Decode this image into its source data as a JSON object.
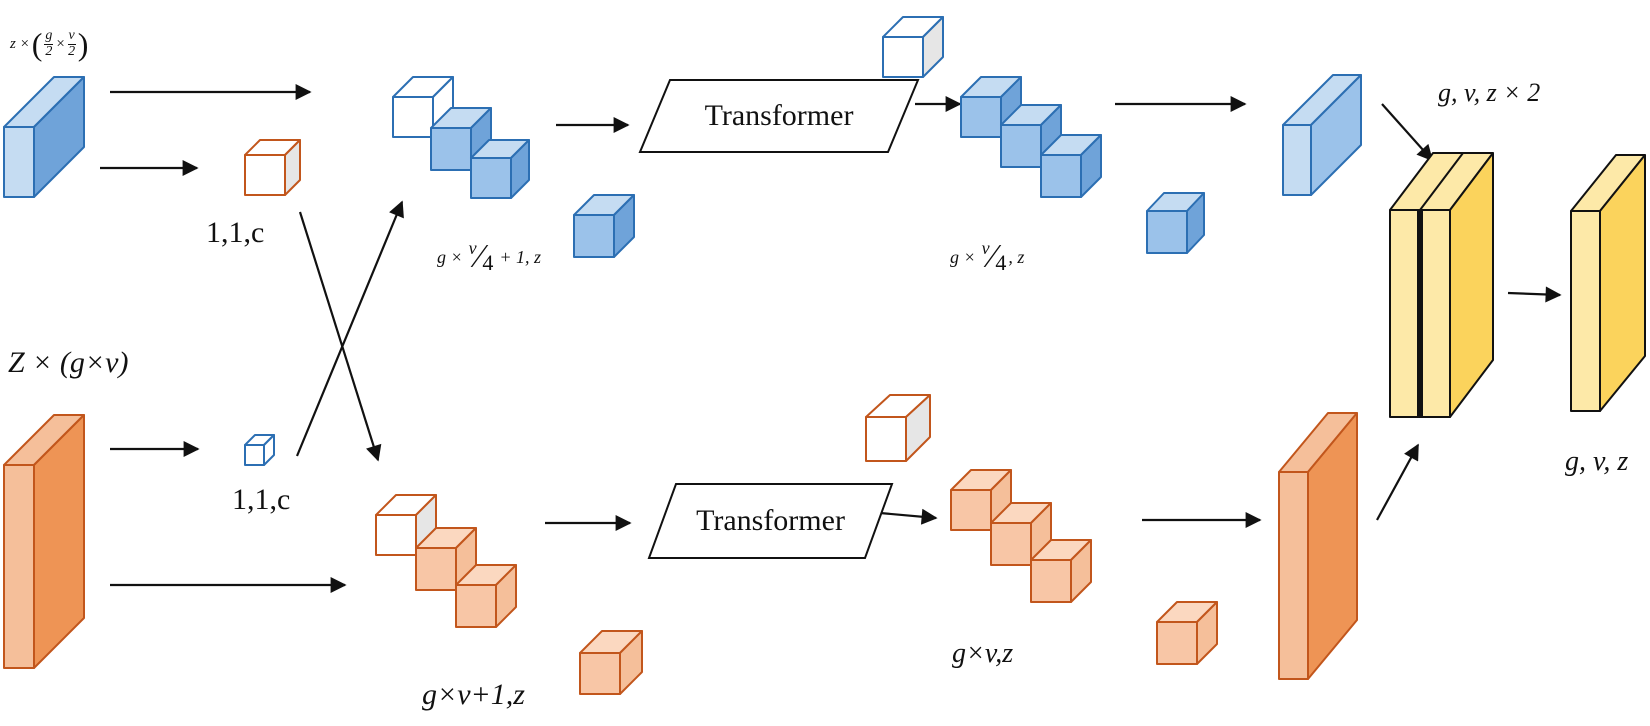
{
  "colors": {
    "blue_light": "#c5dcf2",
    "blue_front": "#6fa3d9",
    "blue_cube": "#9bc2ea",
    "blue_edge": "#2c6fb3",
    "orange_light": "#f5bf9a",
    "orange_front": "#ee9455",
    "orange_cube": "#f8c6a6",
    "orange_edge": "#c2561c",
    "yellow_light": "#fde9a8",
    "yellow_front": "#fbd35c",
    "outline": "#111111"
  },
  "labels": {
    "top_input_prefix": "z ×",
    "top_input_g": "g",
    "top_input_v": "v",
    "top_input_den": "2",
    "top_input_times": "×",
    "bottom_input": "Z × (g×v)",
    "top_token": "1,1,c",
    "bottom_token": "1,1,c",
    "top_tokens_prefix": "g ×",
    "top_tokens_num": "v",
    "top_tokens_den": "4",
    "top_tokens_suffix": "+ 1, z",
    "top_out_prefix": "g ×",
    "top_out_num": "v",
    "top_out_den": "4",
    "top_out_suffix": ", z",
    "bottom_tokens": "g×v+1,z",
    "bottom_out": "g×v,z",
    "concat": "g, v, z × 2",
    "final": "g, v, z"
  },
  "blocks": {
    "transformer_top": "Transformer",
    "transformer_bottom": "Transformer"
  }
}
